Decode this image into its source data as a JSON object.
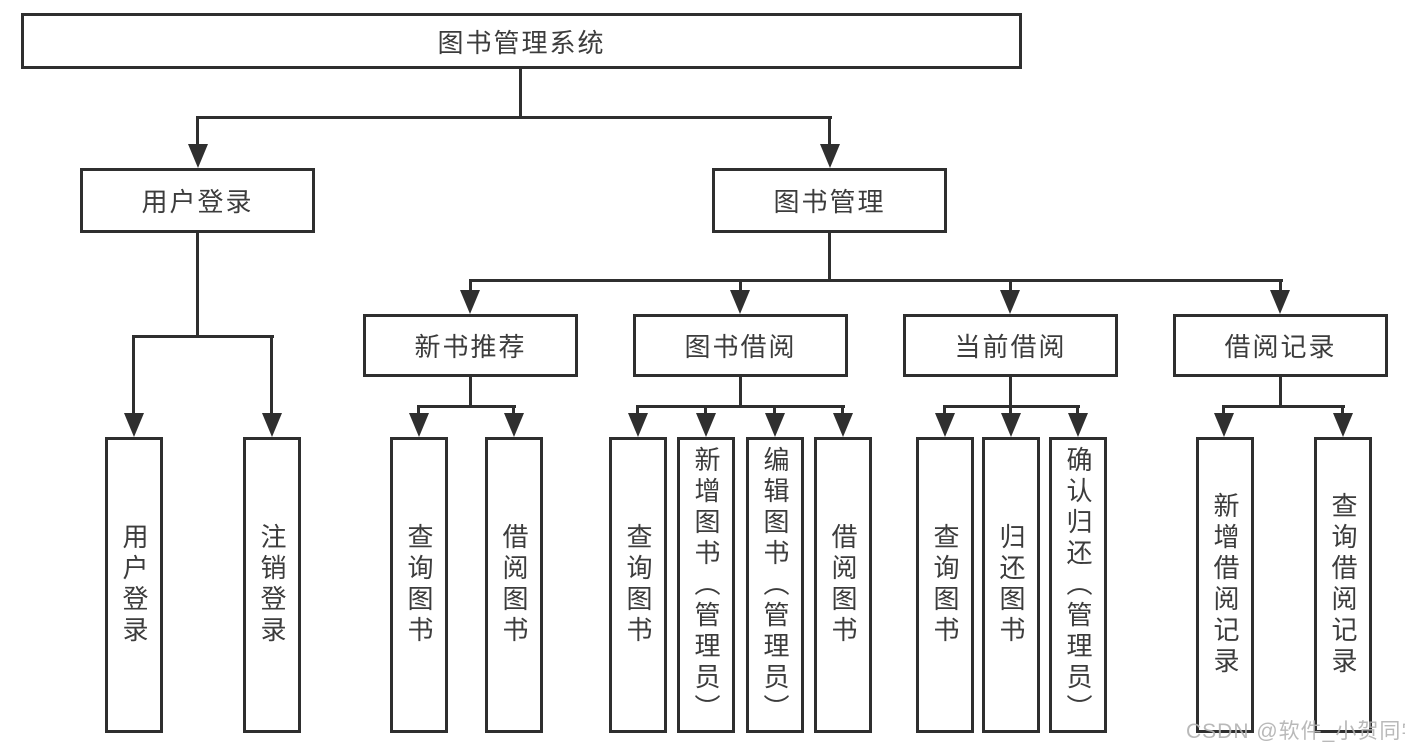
{
  "diagram_title": "图书管理系统",
  "colors": {
    "line": "#2f2f2f",
    "text": "#3c3c3c",
    "background": "#ffffff",
    "watermark": "#b2b2b2"
  },
  "nodes": {
    "root": "图书管理系统",
    "user_login": "用户登录",
    "book_mgmt": "图书管理",
    "new_book_rec": "新书推荐",
    "book_borrow": "图书借阅",
    "current_borrow": "当前借阅",
    "borrow_records": "借阅记录",
    "leaf_user_login": "用户登录",
    "leaf_logout": "注销登录",
    "rec_query": "查询图书",
    "rec_borrow": "借阅图书",
    "bb_query": "查询图书",
    "bb_add": "新增图书（管理员）",
    "bb_edit": "编辑图书（管理员）",
    "bb_borrow": "借阅图书",
    "cb_query": "查询图书",
    "cb_return": "归还图书",
    "cb_confirm": "确认归还（管理员）",
    "br_add": "新增借阅记录",
    "br_query": "查询借阅记录"
  },
  "watermark": "CSDN @软件_小贺同学"
}
